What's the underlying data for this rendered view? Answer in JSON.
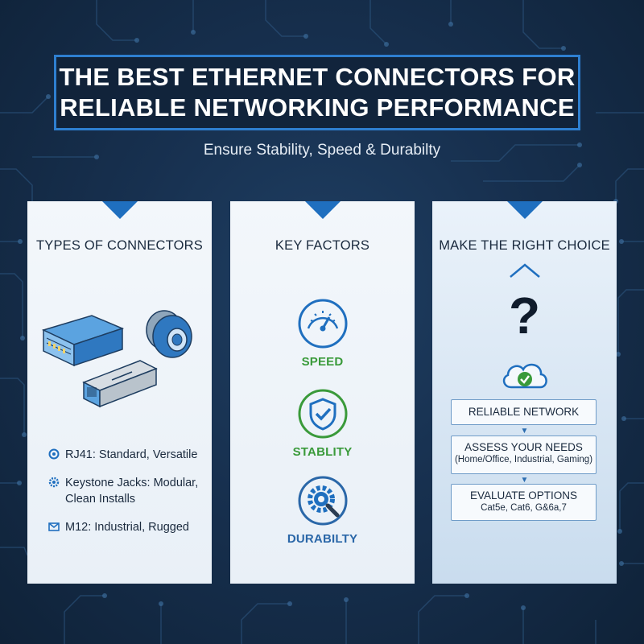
{
  "title": {
    "line1": "THE BEST ETHERNET CONNECTORS FOR",
    "line2": "RELIABLE NETWORKING PERFORMANCE"
  },
  "subtitle": "Ensure Stability, Speed & Durabilty",
  "colors": {
    "background": "#17304f",
    "accent_blue": "#1f6fbf",
    "speed_green": "#3a9a3a",
    "durability_blue": "#2a67a8"
  },
  "panels": {
    "types": {
      "title": "TYPES OF CONNECTORS",
      "items": [
        {
          "icon": "connector-icon",
          "text": "RJ41: Standard, Versatile"
        },
        {
          "icon": "gear-icon",
          "text": "Keystone Jacks: Modular, Clean Installs"
        },
        {
          "icon": "envelope-icon",
          "text": "M12: Industrial, Rugged"
        }
      ]
    },
    "factors": {
      "title": "KEY FACTORS",
      "items": [
        {
          "icon": "speedometer-icon",
          "label": "SPEED"
        },
        {
          "icon": "shield-check-icon",
          "label": "STABLITY"
        },
        {
          "icon": "gear-wrench-icon",
          "label": "DURABILTY"
        }
      ]
    },
    "choice": {
      "title": "MAKE THE RIGHT CHOICE",
      "question_mark": "?",
      "steps": [
        {
          "title": "RELIABLE NETWORK",
          "sub": ""
        },
        {
          "title": "ASSESS YOUR NEEDS",
          "sub": "(Home/Office, Industrial, Gaming)"
        },
        {
          "title": "EVALUATE OPTIONS",
          "sub": "Cat5e, Cat6, G&6a,7"
        }
      ]
    }
  }
}
